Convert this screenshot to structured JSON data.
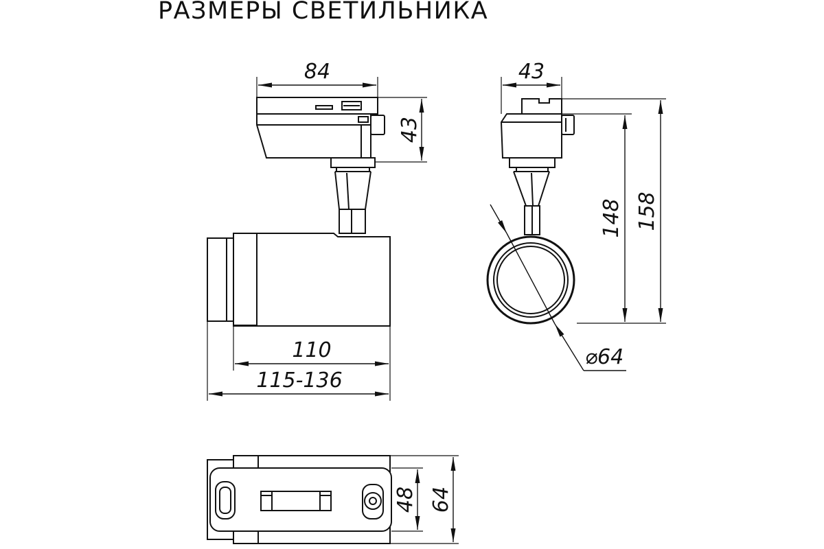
{
  "title": "РАЗМЕРЫ СВЕТИЛЬНИКА",
  "dimensions": {
    "top_width": "84",
    "adapter_height": "43",
    "side_width": "43",
    "height_148": "148",
    "height_158": "158",
    "diameter": "⌀64",
    "body_length": "110",
    "total_length": "115-136",
    "bottom_48": "48",
    "bottom_64": "64"
  }
}
